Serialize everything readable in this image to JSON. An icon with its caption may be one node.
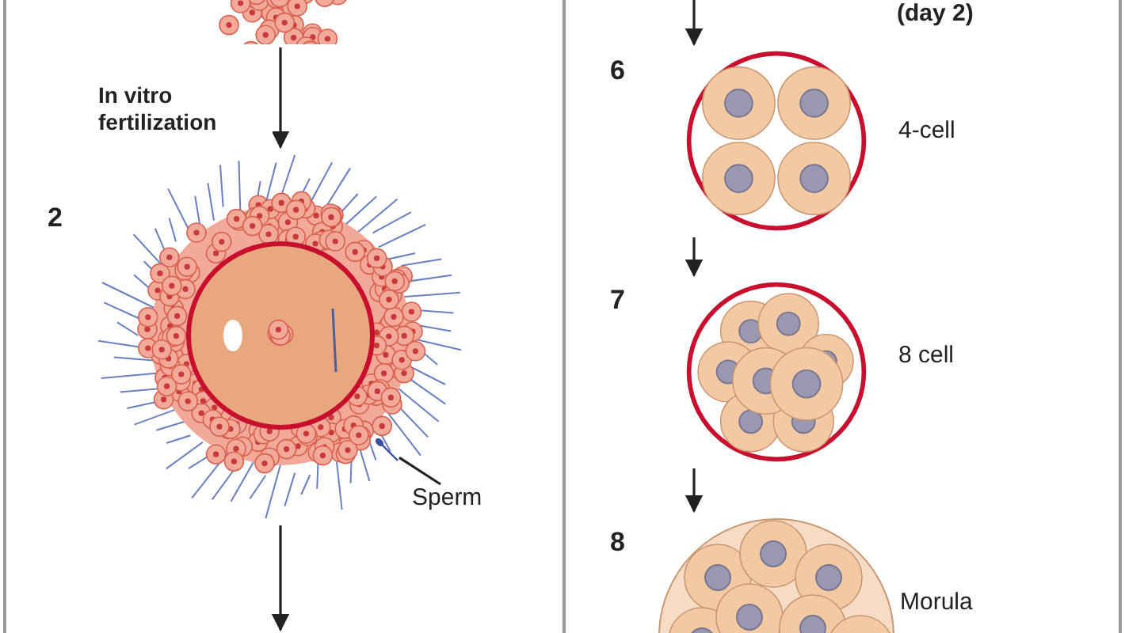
{
  "diagram": {
    "nodes": [
      {
        "text": [],
        "shape": "picture"
      },
      {
        "text": [],
        "shape": "picture",
        "beside": [
          "2"
        ]
      },
      {
        "text": [],
        "shape": "picture",
        "beside": [
          "6",
          "4-cell"
        ]
      },
      {
        "text": [],
        "shape": "picture",
        "beside": [
          "7",
          "8 cell"
        ]
      },
      {
        "text": [],
        "shape": "picture",
        "beside": [
          "8",
          "Morula"
        ]
      },
      {
        "text": [
          "Sperm"
        ]
      },
      {
        "text": [],
        "shape": "picture",
        "in": 1
      }
    ],
    "edges": [
      {
        "from": 0,
        "to": 1,
        "arrow": "to",
        "label": "In vitro fertilization"
      },
      {
        "from": 1,
        "to": null,
        "arrow": "to"
      },
      {
        "from": null,
        "to": 2,
        "arrow": "to"
      },
      {
        "from": 2,
        "to": 3,
        "arrow": "to"
      },
      {
        "from": 3,
        "to": 4,
        "arrow": "to"
      },
      {
        "from": 5,
        "to": 6,
        "arrow": "none"
      }
    ],
    "labels": [
      "(day 2)"
    ]
  }
}
